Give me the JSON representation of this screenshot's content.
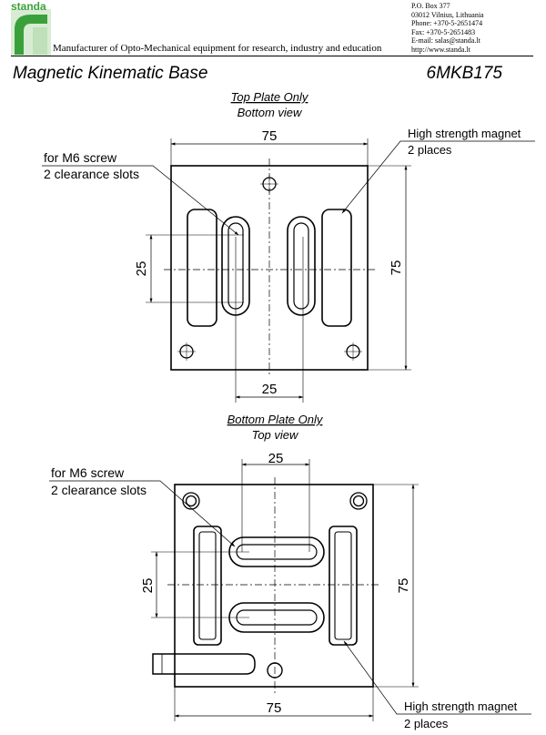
{
  "header": {
    "logo_text": "standa",
    "tagline": "Manufacturer of Opto-Mechanical equipment for research, industry and education",
    "contact": [
      "P.O. Box 377",
      "03012 Vilnius, Lithuania",
      "Phone: +370-5-2651474",
      "Fax: +370-5-2651483",
      "E-mail: salas@standa.lt",
      "http://www.standa.lt"
    ],
    "brand_color": "#3aa13a"
  },
  "title": "Magnetic Kinematic Base",
  "product_code": "6MKB175",
  "top_plate": {
    "heading": "Top Plate Only",
    "subheading": "Bottom view",
    "dim_top": "75",
    "dim_right": "75",
    "dim_left": "25",
    "dim_bottom": "25",
    "screw_label_1": "for M6 screw",
    "screw_label_2": "2 clearance slots",
    "magnet_label_1": "High strength magnet",
    "magnet_label_2": "2 places"
  },
  "bottom_plate": {
    "heading": "Bottom Plate Only",
    "subheading": "Top view",
    "dim_top": "25",
    "dim_right": "75",
    "dim_left": "25",
    "dim_bottom": "75",
    "screw_label_1": "for M6 screw",
    "screw_label_2": "2 clearance slots",
    "magnet_label_1": "High strength magnet",
    "magnet_label_2": "2 places"
  }
}
